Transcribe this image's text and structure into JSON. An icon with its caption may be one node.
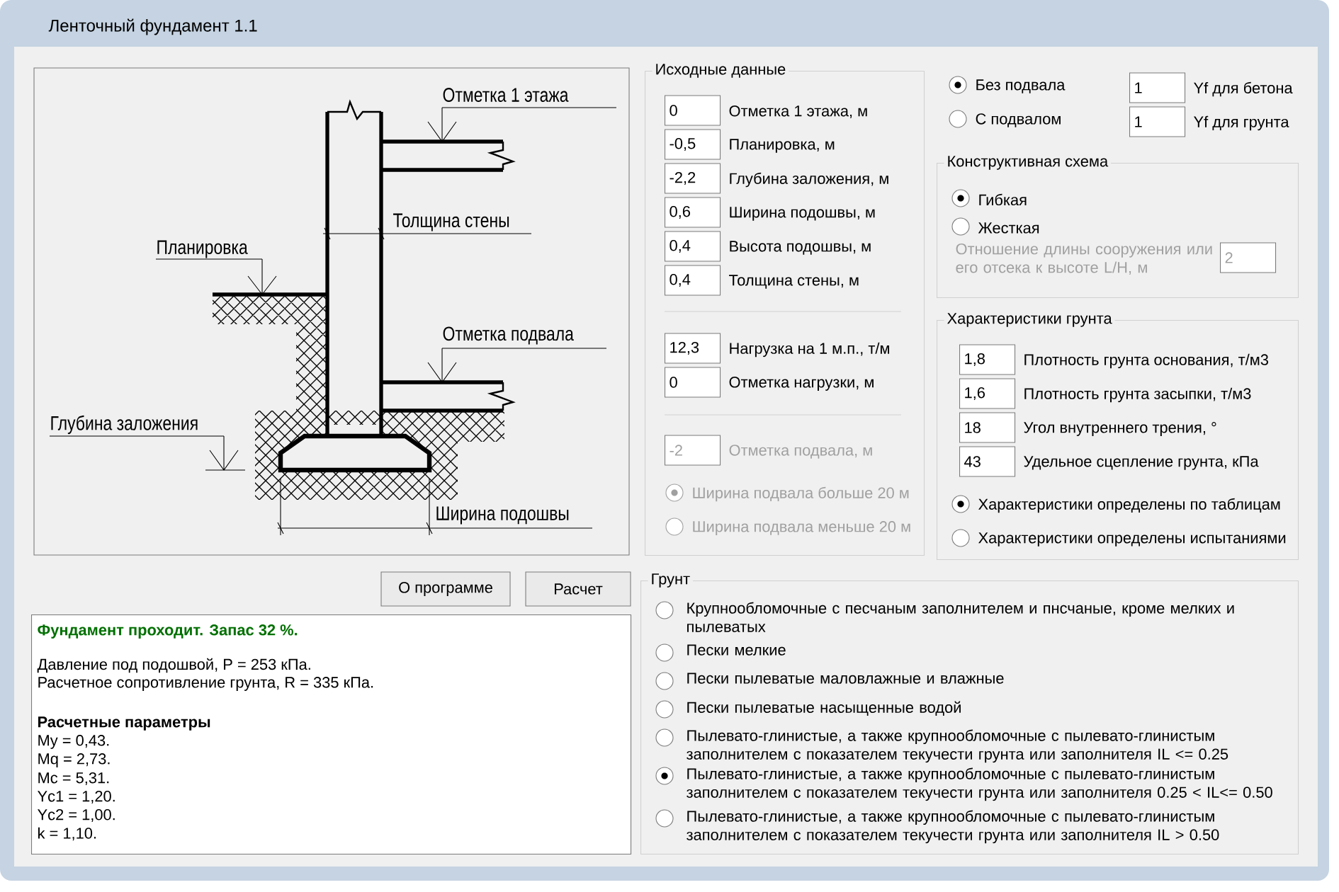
{
  "diagram": {
    "title": "Ленточный фундамент 1.1",
    "nodes": [
      {
        "text": [
          "Исходные данные"
        ]
      },
      {
        "text": [
          "0"
        ],
        "beside": [
          "Отметка 1 этажа, м"
        ],
        "in": 0
      },
      {
        "text": [
          "-0,5"
        ],
        "beside": [
          "Планировка, м"
        ],
        "in": 0
      },
      {
        "text": [
          "-2,2"
        ],
        "beside": [
          "Глубина заложения, м"
        ],
        "in": 0
      },
      {
        "text": [
          "0,6"
        ],
        "beside": [
          "Ширина подошвы, м"
        ],
        "in": 0
      },
      {
        "text": [
          "0,4"
        ],
        "beside": [
          "Высота подошвы, м"
        ],
        "in": 0
      },
      {
        "text": [
          "0,4"
        ],
        "beside": [
          "Толщина стены, м"
        ],
        "in": 0
      },
      {
        "text": [
          "12,3"
        ],
        "beside": [
          "Нагрузка на 1 м.п., т/м"
        ],
        "in": 0
      },
      {
        "text": [
          "0"
        ],
        "beside": [
          "Отметка нагрузки, м"
        ],
        "in": 0
      },
      {
        "text": [
          "-2"
        ],
        "beside": [
          "Отметка подвала, м"
        ],
        "in": 0
      },
      {
        "text": [],
        "shape": "circle",
        "beside": [
          "Ширина подвала больше 20 м"
        ],
        "in": 0
      },
      {
        "text": [],
        "shape": "circle",
        "beside": [
          "Ширина подвала меньше 20 м"
        ],
        "in": 0
      },
      {
        "text": [],
        "shape": "circle",
        "beside": [
          "Без подвала"
        ]
      },
      {
        "text": [],
        "shape": "circle",
        "beside": [
          "С подвалом"
        ]
      },
      {
        "text": [
          "1"
        ],
        "beside": [
          "Yf для бетона"
        ]
      },
      {
        "text": [
          "1"
        ],
        "beside": [
          "Yf для грунта"
        ]
      },
      {
        "text": [
          "Конструктивная схема"
        ]
      },
      {
        "text": [],
        "shape": "circle",
        "beside": [
          "Гибкая"
        ],
        "in": 16
      },
      {
        "text": [],
        "shape": "circle",
        "beside": [
          "Жесткая"
        ],
        "in": 16
      },
      {
        "text": [
          "2"
        ],
        "beside": [
          "Отношение длины сооружения или его отсека к высоте L/H, м"
        ],
        "in": 16
      },
      {
        "text": [
          "Характеристики грунта"
        ]
      },
      {
        "text": [
          "1,8"
        ],
        "beside": [
          "Плотность грунта основания, т/м3"
        ],
        "in": 20
      },
      {
        "text": [
          "1,6"
        ],
        "beside": [
          "Плотность грунта засыпки, т/м3"
        ],
        "in": 20
      },
      {
        "text": [
          "18"
        ],
        "beside": [
          "Угол внутреннего трения, °"
        ],
        "in": 20
      },
      {
        "text": [
          "43"
        ],
        "beside": [
          "Удельное сцепление грунта, кПа"
        ],
        "in": 20
      },
      {
        "text": [],
        "shape": "circle",
        "beside": [
          "Характеристики определены по таблицам"
        ],
        "in": 20
      },
      {
        "text": [],
        "shape": "circle",
        "beside": [
          "Характеристики определены испытаниями"
        ],
        "in": 20
      },
      {
        "text": [
          "О программе"
        ]
      },
      {
        "text": [
          "Расчет"
        ]
      },
      {
        "text": [
          "Фундамент проходит. Запас 32 %.",
          "Давление под подошвой, P = 253 кПа.",
          "Расчетное сопротивление грунта, R = 335 кПа.",
          "Расчетные параметры",
          "My = 0,43.",
          "Mq = 2,73.",
          "Mc = 5,31.",
          "Yc1 = 1,20.",
          "Yc2 = 1,00.",
          "k = 1,10."
        ]
      },
      {
        "text": [
          "Грунт"
        ]
      },
      {
        "text": [],
        "shape": "circle",
        "beside": [
          "Крупнообломочные с песчаным заполнителем и пнсчаные, кроме мелких и пылеватых"
        ],
        "in": 30
      },
      {
        "text": [],
        "shape": "circle",
        "beside": [
          "Пески мелкие"
        ],
        "in": 30
      },
      {
        "text": [],
        "shape": "circle",
        "beside": [
          "Пески пылеватые маловлажные и влажные"
        ],
        "in": 30
      },
      {
        "text": [],
        "shape": "circle",
        "beside": [
          "Пески пылеватые насыщенные водой"
        ],
        "in": 30
      },
      {
        "text": [],
        "shape": "circle",
        "beside": [
          "Пылевато-глинистые, а также крупнообломочные с пылевато-глинистым заполнителем с показателем текучести грунта или заполнителя IL <= 0.25"
        ],
        "in": 30
      },
      {
        "text": [],
        "shape": "circle",
        "beside": [
          "Пылевато-глинистые, а также крупнообломочные с пылевато-глинистым заполнителем с показателем текучести грунта или заполнителя 0.25 < IL<= 0.50"
        ],
        "in": 30
      },
      {
        "text": [],
        "shape": "circle",
        "beside": [
          "Пылевато-глинистые, а также крупнообломочные с пылевато-глинистым заполнителем с показателем текучести грунта или заполнителя IL > 0.50"
        ],
        "in": 30
      }
    ],
    "labels": [
      "Отметка 1 этажа",
      "Толщина стены",
      "Планировка",
      "Отметка подвала",
      "Глубина заложения",
      "Ширина подошвы"
    ]
  }
}
